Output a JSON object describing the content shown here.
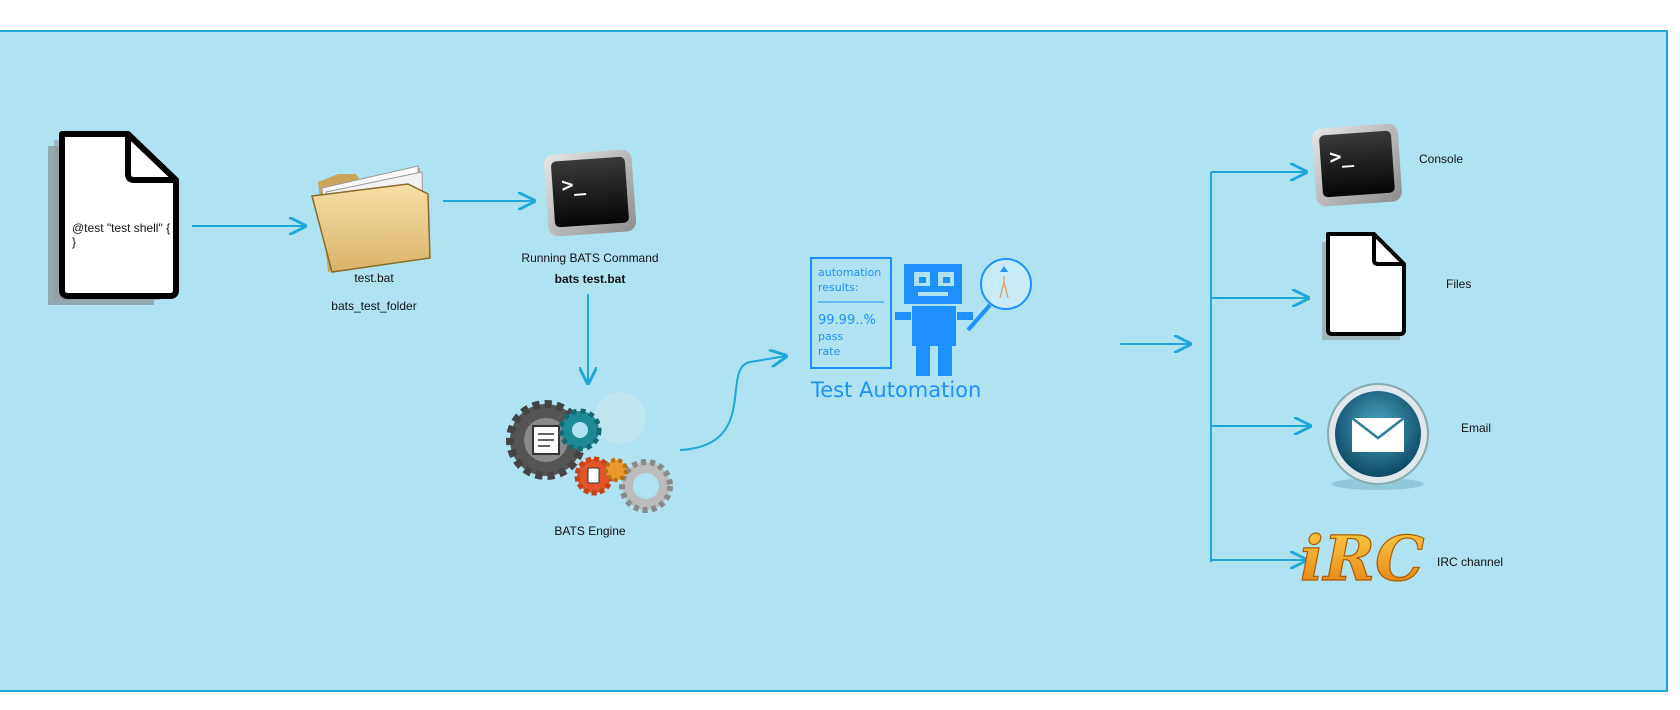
{
  "script_file": {
    "code_line1": "@test \"test shell\" {",
    "code_line2": "}"
  },
  "folder": {
    "file_label": "test.bat",
    "folder_label": "bats_test_folder"
  },
  "command": {
    "title": "Running BATS Command",
    "command_text": "bats test.bat"
  },
  "engine": {
    "label": "BATS Engine"
  },
  "automation": {
    "title": "Test Automation",
    "card_line1": "automation",
    "card_line2": "results:",
    "card_value": "99.99..%",
    "card_line3": "pass",
    "card_line4": "rate"
  },
  "outputs": [
    {
      "label": "Console",
      "icon": "terminal-icon"
    },
    {
      "label": "Files",
      "icon": "file-icon"
    },
    {
      "label": "Email",
      "icon": "email-icon"
    },
    {
      "label": "IRC channel",
      "icon": "irc-logo"
    }
  ],
  "colors": {
    "panel": "#b0e3f2",
    "border": "#1ea7d8",
    "arrow": "#1ea7d8",
    "robot": "#1e90ff",
    "irc": "#f0a020"
  }
}
